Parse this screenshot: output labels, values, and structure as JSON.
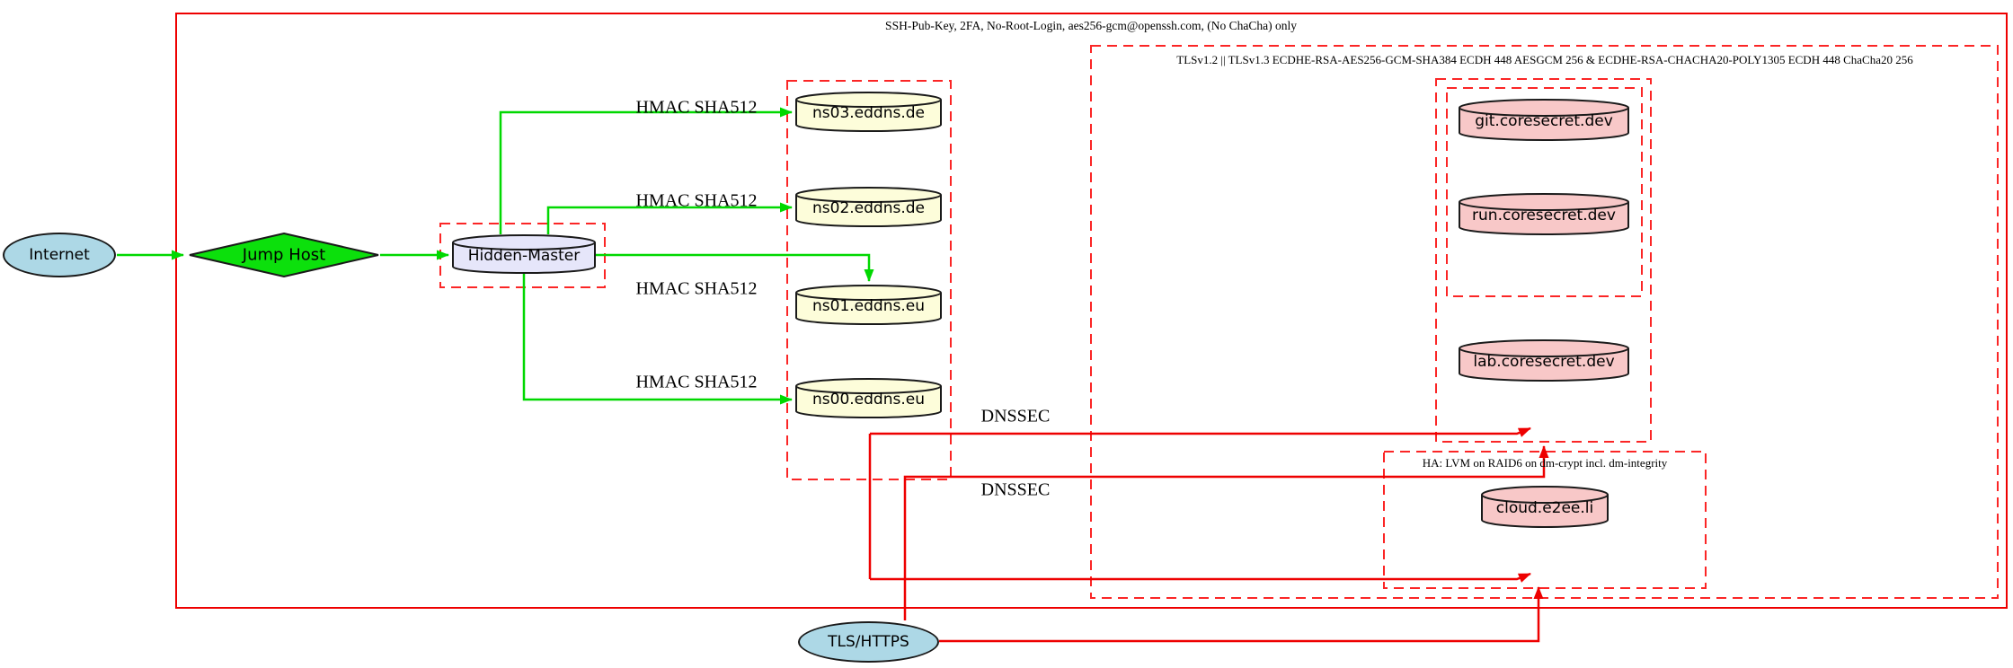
{
  "diagram_type": "network-security-topology",
  "clusters": {
    "ssh": {
      "label": "SSH-Pub-Key, 2FA, No-Root-Login, aes256-gcm@openssh.com, (No ChaCha) only",
      "border_style": "solid",
      "border_color": "#ee0000"
    },
    "tls": {
      "label": "TLSv1.2 || TLSv1.3 ECDHE-RSA-AES256-GCM-SHA384 ECDH 448 AESGCM 256 & ECDHE-RSA-CHACHA20-POLY1305 ECDH 448 ChaCha20 256",
      "border_style": "dashed",
      "border_color": "#fb2626"
    },
    "ha": {
      "label": "HA: LVM on RAID6 on dm-crypt incl. dm-integrity",
      "border_style": "dashed",
      "border_color": "#fb2626"
    },
    "nameservers": {
      "label": "",
      "border_style": "dashed",
      "border_color": "#fb2626"
    },
    "coresecret_outer": {
      "label": "",
      "border_style": "dashed",
      "border_color": "#fb2626"
    },
    "coresecret_inner": {
      "label": "",
      "border_style": "dashed",
      "border_color": "#fb2626"
    },
    "hidden_master_box": {
      "label": "",
      "border_style": "dashed",
      "border_color": "#fb2626"
    }
  },
  "nodes": {
    "internet": {
      "label": "Internet",
      "shape": "ellipse",
      "fill": "#add8e6"
    },
    "jump_host": {
      "label": "Jump Host",
      "shape": "diamond",
      "fill": "#0ce00c"
    },
    "hidden_master": {
      "label": "Hidden-Master",
      "shape": "cylinder",
      "fill": "#e6e6fa"
    },
    "ns03": {
      "label": "ns03.eddns.de",
      "shape": "cylinder",
      "fill": "#fdfdda"
    },
    "ns02": {
      "label": "ns02.eddns.de",
      "shape": "cylinder",
      "fill": "#fdfdda"
    },
    "ns01": {
      "label": "ns01.eddns.eu",
      "shape": "cylinder",
      "fill": "#fdfdda"
    },
    "ns00": {
      "label": "ns00.eddns.eu",
      "shape": "cylinder",
      "fill": "#fdfdda"
    },
    "git": {
      "label": "git.coresecret.dev",
      "shape": "cylinder",
      "fill": "#f8c8c8"
    },
    "run": {
      "label": "run.coresecret.dev",
      "shape": "cylinder",
      "fill": "#f8c8c8"
    },
    "lab": {
      "label": "lab.coresecret.dev",
      "shape": "cylinder",
      "fill": "#f8c8c8"
    },
    "cloud": {
      "label": "cloud.e2ee.li",
      "shape": "cylinder",
      "fill": "#f8c8c8"
    },
    "tls_https": {
      "label": "TLS/HTTPS",
      "shape": "ellipse",
      "fill": "#add8e6"
    }
  },
  "edge_labels": {
    "hmac": "HMAC SHA512",
    "dnssec": "DNSSEC"
  },
  "edges": [
    {
      "from": "internet",
      "to": "jump_host",
      "color": "green"
    },
    {
      "from": "jump_host",
      "to": "hidden_master",
      "color": "green"
    },
    {
      "from": "hidden_master",
      "to": "ns03",
      "label": "HMAC SHA512",
      "color": "green"
    },
    {
      "from": "hidden_master",
      "to": "ns02",
      "label": "HMAC SHA512",
      "color": "green"
    },
    {
      "from": "hidden_master",
      "to": "ns01",
      "label": "HMAC SHA512",
      "color": "green"
    },
    {
      "from": "hidden_master",
      "to": "ns00",
      "label": "HMAC SHA512",
      "color": "green"
    },
    {
      "from": "nameservers",
      "to": "coresecret_outer",
      "label": "DNSSEC",
      "color": "red"
    },
    {
      "from": "nameservers",
      "to": "ha",
      "label": "DNSSEC",
      "color": "red"
    },
    {
      "from": "tls_https",
      "to": "coresecret_outer",
      "color": "red"
    },
    {
      "from": "tls_https",
      "to": "ha",
      "color": "red"
    }
  ],
  "colors": {
    "edge_green": "#00d800",
    "edge_red": "#ee0000",
    "cluster_dashed_red": "#fb2626",
    "node_border": "#1a1a1a",
    "lightblue": "#add8e6",
    "lavender": "#e6e6fa",
    "lightyellow": "#fdfdda",
    "pink": "#f8c8c8"
  }
}
